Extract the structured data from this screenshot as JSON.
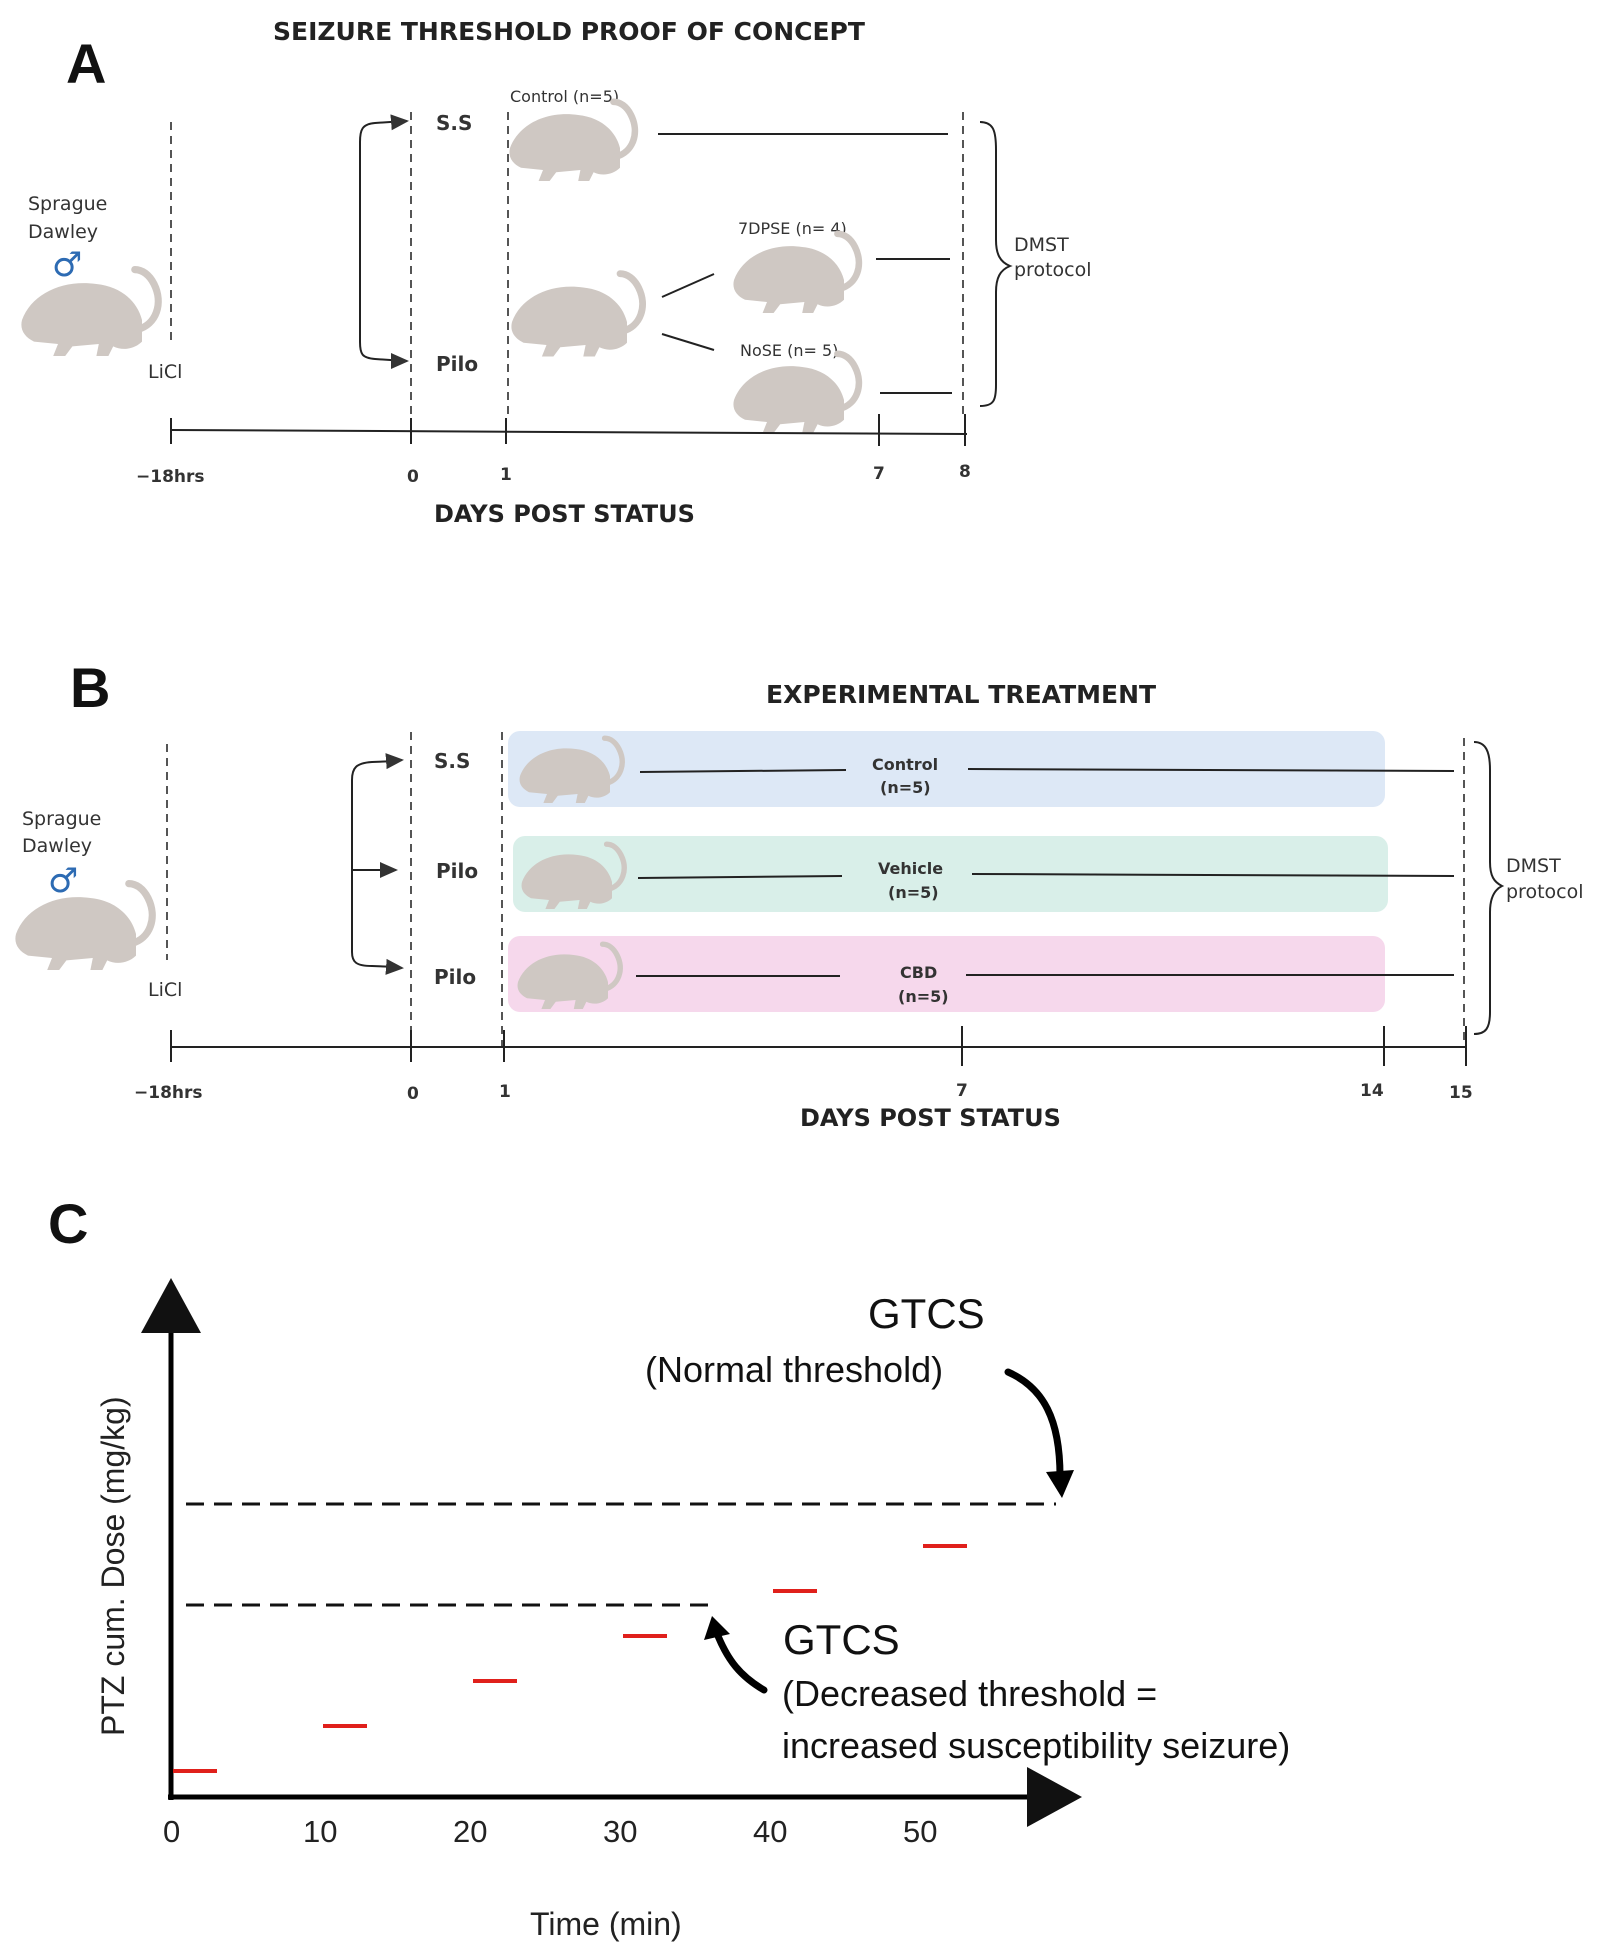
{
  "panel_a": {
    "letter": "A",
    "title": "SEIZURE THRESHOLD PROOF OF CONCEPT",
    "strain_line1": "Sprague",
    "strain_line2": "Dawley",
    "male_symbol": "♂",
    "licl": "LiCl",
    "ss": "S.S",
    "pilo": "Pilo",
    "control": "Control (n=5)",
    "dpse": "7DPSE (n= 4)",
    "nose": "NoSE (n= 5)",
    "dmst_line1": "DMST",
    "dmst_line2": "protocol",
    "ticks": [
      "−18hrs",
      "0",
      "1",
      "7",
      "8"
    ],
    "axis_title": "DAYS POST STATUS"
  },
  "panel_b": {
    "letter": "B",
    "title": "EXPERIMENTAL TREATMENT",
    "strain_line1": "Sprague",
    "strain_line2": "Dawley",
    "male_symbol": "♂",
    "licl": "LiCl",
    "rows": [
      {
        "group": "S.S",
        "label1": "Control",
        "label2": "(n=5)",
        "color": "#dde8f6"
      },
      {
        "group": "Pilo",
        "label1": "Vehicle",
        "label2": "(n=5)",
        "color": "#d9efe9"
      },
      {
        "group": "Pilo",
        "label1": "CBD",
        "label2": "(n=5)",
        "color": "#f6d8ec"
      }
    ],
    "dmst_line1": "DMST",
    "dmst_line2": "protocol",
    "ticks": [
      "−18hrs",
      "0",
      "1",
      "7",
      "14",
      "15"
    ],
    "axis_title": "DAYS POST STATUS"
  },
  "panel_c": {
    "letter": "C",
    "ylabel": "PTZ cum. Dose (mg/kg)",
    "xlabel": "Time (min)",
    "xticks": [
      "0",
      "10",
      "20",
      "30",
      "40",
      "50"
    ],
    "gtcs_normal_1": "GTCS",
    "gtcs_normal_2": "(Normal threshold)",
    "gtcs_decreased_1": "GTCS",
    "gtcs_decreased_2": "(Decreased threshold =",
    "gtcs_decreased_3": " increased susceptibility seizure)",
    "marker_color": "#e0201b"
  },
  "chart_data": {
    "type": "scatter",
    "x": [
      0,
      10,
      20,
      30,
      40,
      50
    ],
    "xlabel": "Time (min)",
    "ylabel": "PTZ cum. Dose (mg/kg)",
    "xlim": [
      0,
      60
    ],
    "note_levels": {
      "normal_threshold": 1,
      "decreased_threshold": 1
    }
  }
}
